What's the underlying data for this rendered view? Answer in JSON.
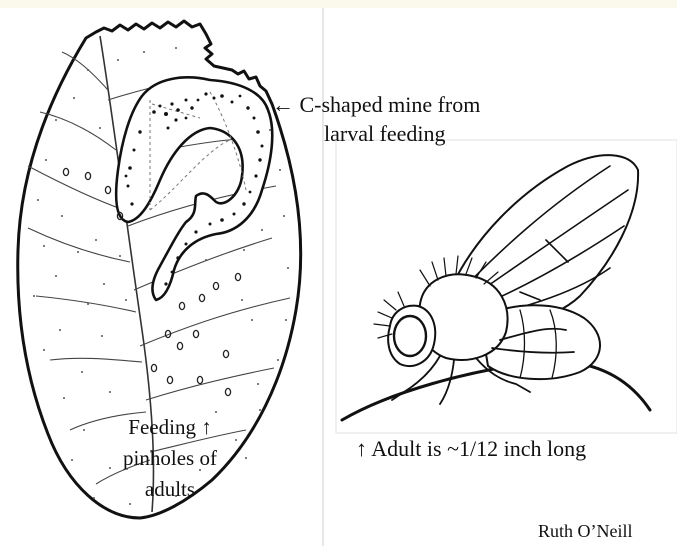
{
  "annotations": {
    "mine_line1": "← C-shaped mine from",
    "mine_line2": "larval feeding",
    "pinholes_line1": "Feeding ↑",
    "pinholes_line2": "pinholes of",
    "pinholes_line3": "adults",
    "adult_size": "↑ Adult is ~1/12 inch long"
  },
  "credit": "Ruth O’Neill"
}
